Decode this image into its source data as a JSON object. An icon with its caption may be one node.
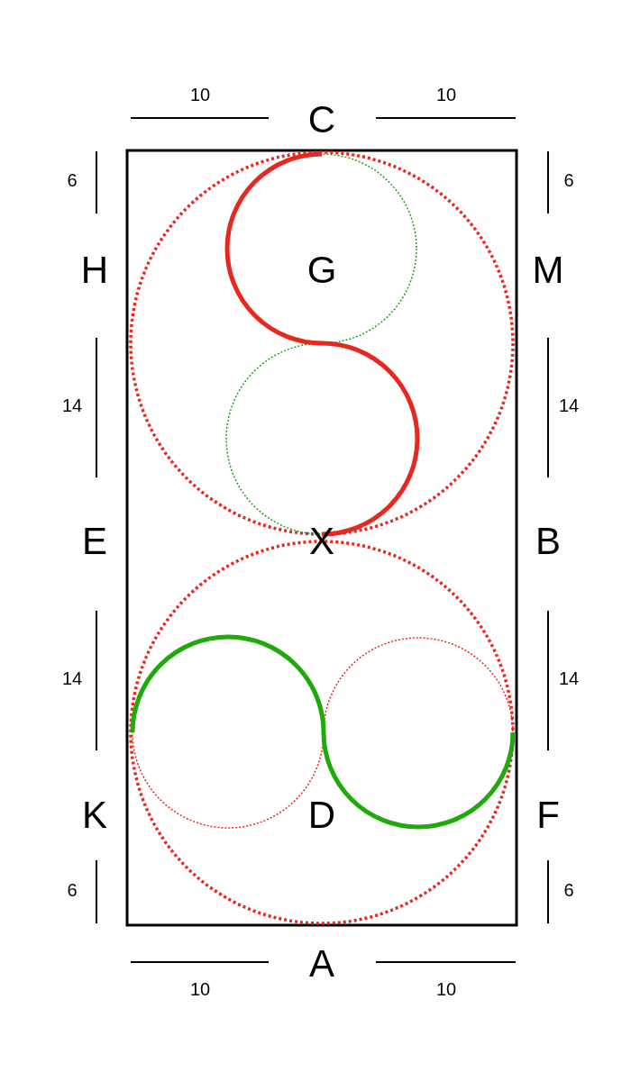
{
  "diagram": {
    "labels": [
      "10",
      "10",
      "C",
      "6",
      "6",
      "H",
      "G",
      "M",
      "14",
      "14",
      "E",
      "X",
      "B",
      "14",
      "14",
      "K",
      "D",
      "F",
      "6",
      "6",
      "A",
      "10",
      "10"
    ]
  }
}
